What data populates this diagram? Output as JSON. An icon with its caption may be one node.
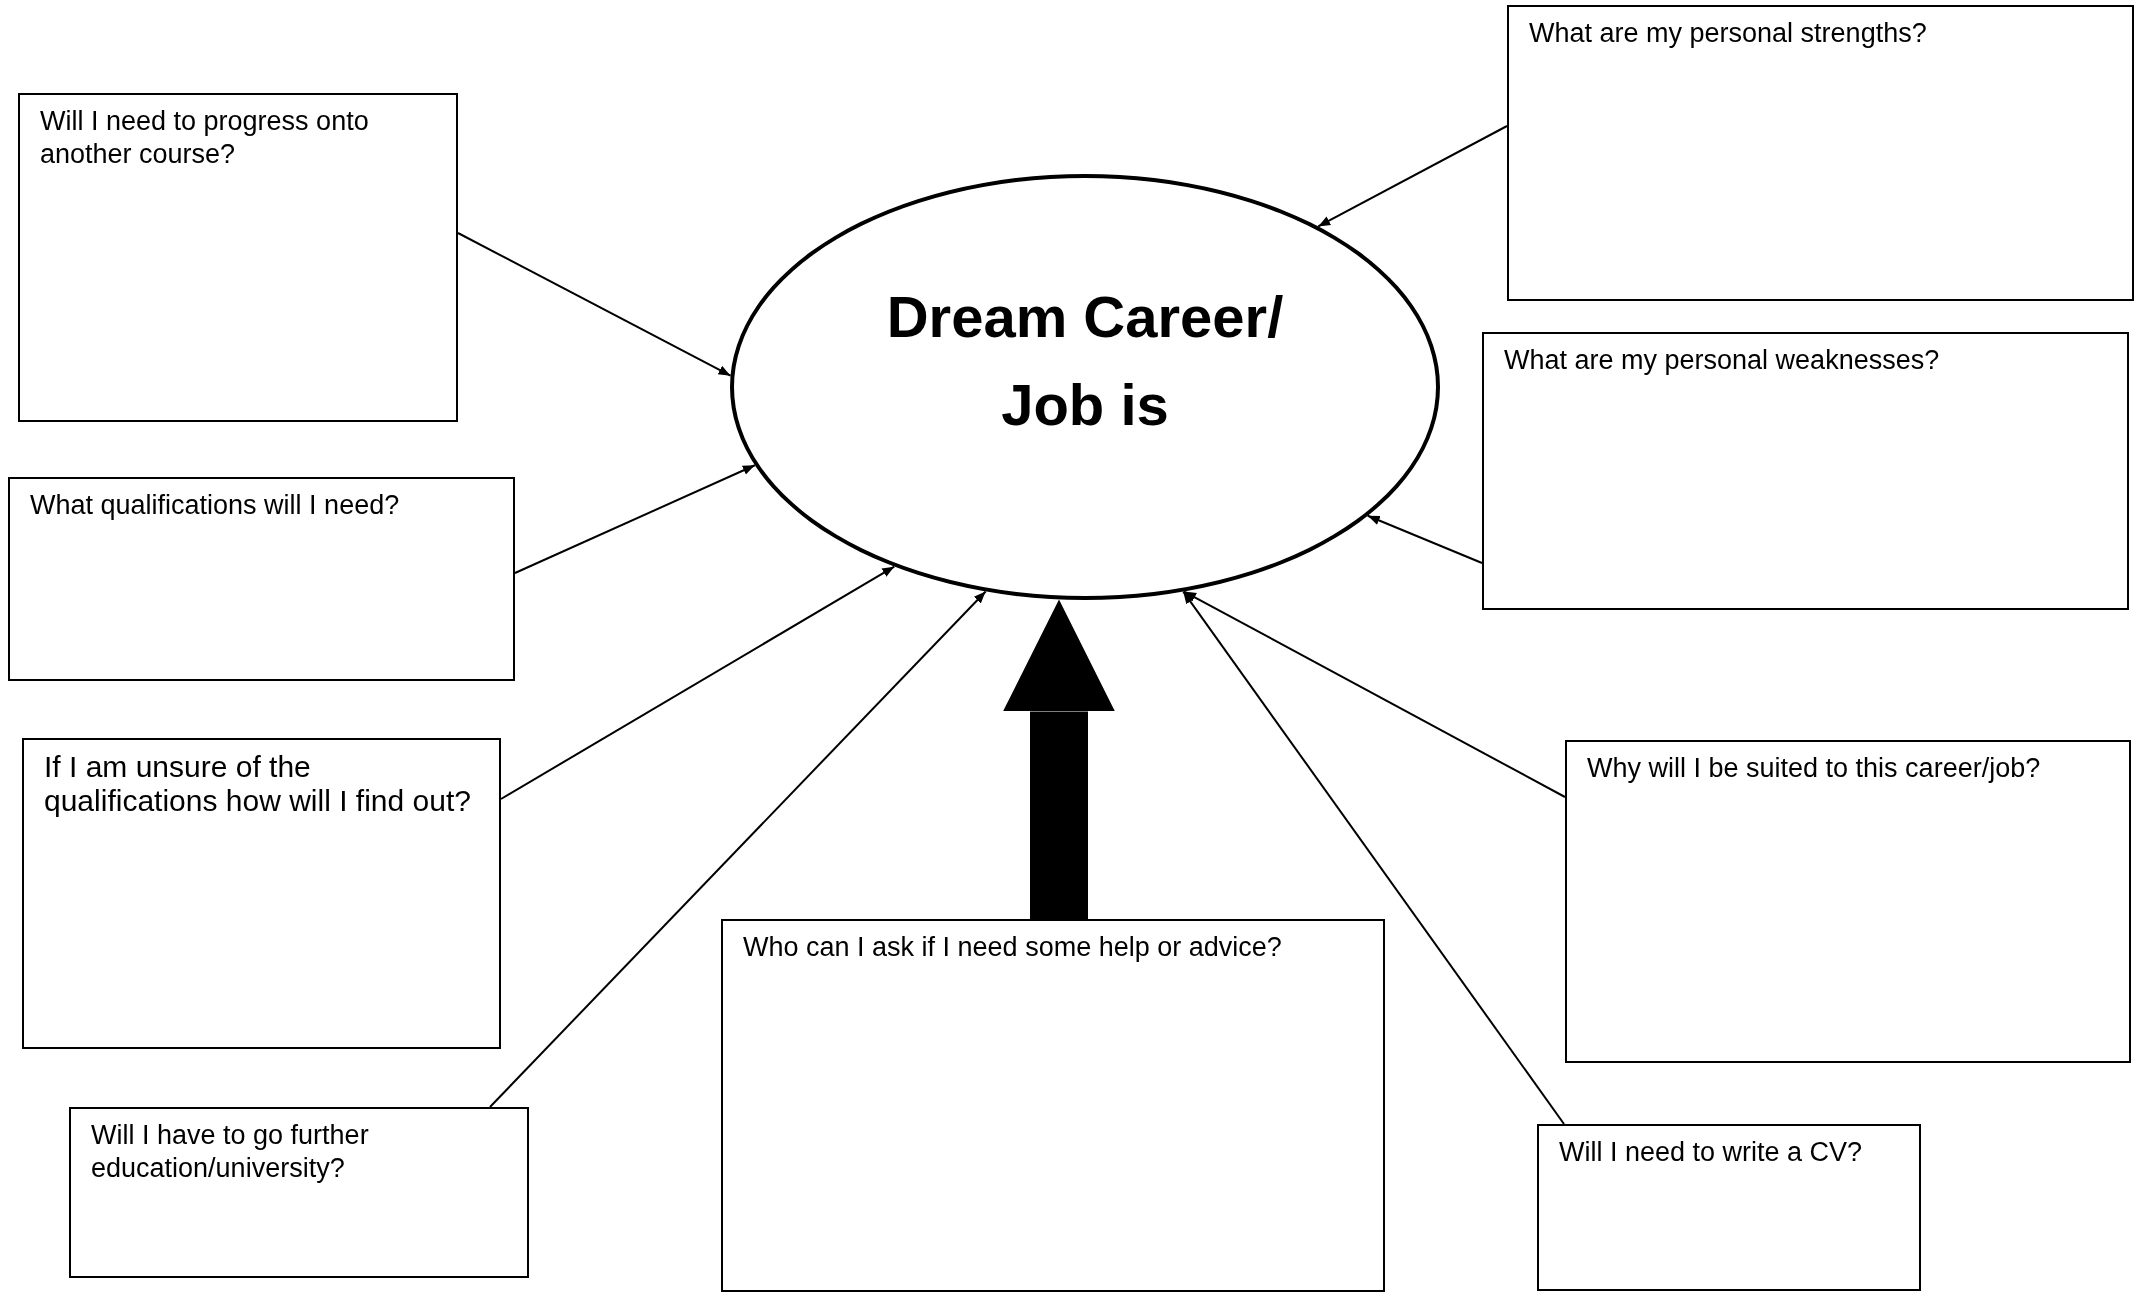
{
  "diagram": {
    "nodes": [
      {
        "text": [
          "Dream Career/ Job is"
        ]
      },
      {
        "text": [
          "Will I need to progress onto another course?"
        ]
      },
      {
        "text": [
          "What qualifications will I need?"
        ]
      },
      {
        "text": [
          "If I am unsure of the qualifications how will I find out?"
        ]
      },
      {
        "text": [
          "Will I have to go further education/university?"
        ]
      },
      {
        "text": [
          "Who can I ask if I need some help or advice?"
        ]
      },
      {
        "text": [
          "What are my personal strengths?"
        ]
      },
      {
        "text": [
          "What are my personal weaknesses?"
        ]
      },
      {
        "text": [
          "Why will I be suited to this career/job?"
        ]
      },
      {
        "text": [
          "Will I need to write a CV?"
        ]
      }
    ],
    "edges": [
      {
        "from": 1,
        "to": 0,
        "arrow": "to"
      },
      {
        "from": 2,
        "to": 0,
        "arrow": "to"
      },
      {
        "from": 3,
        "to": 0,
        "arrow": "to"
      },
      {
        "from": 4,
        "to": 0,
        "arrow": "to"
      },
      {
        "from": 5,
        "to": 0,
        "arrow": "to",
        "style": "thick"
      },
      {
        "from": 6,
        "to": 0,
        "arrow": "to"
      },
      {
        "from": 7,
        "to": 0,
        "arrow": "to"
      },
      {
        "from": 8,
        "to": 0,
        "arrow": "to"
      },
      {
        "from": 9,
        "to": 0,
        "arrow": "to"
      }
    ]
  }
}
